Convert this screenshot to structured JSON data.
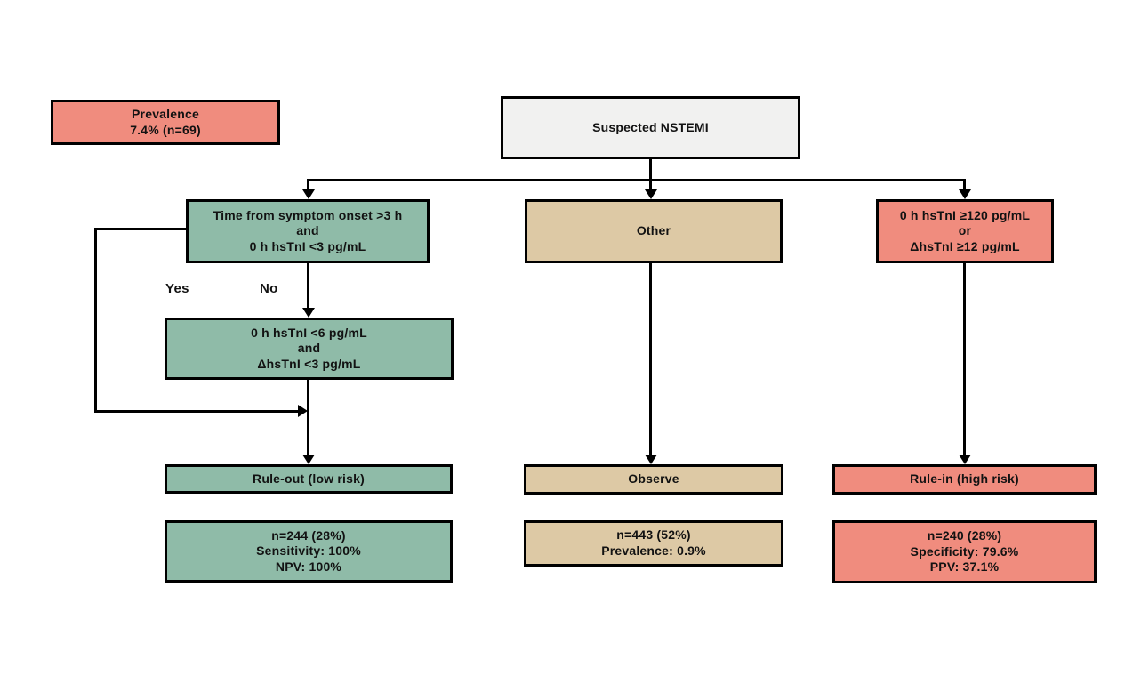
{
  "flowchart": {
    "prevalence": {
      "line1": "Prevalence",
      "line2": "7.4% (n=69)"
    },
    "root": {
      "label": "Suspected NSTEMI"
    },
    "branches": {
      "left": {
        "condition1": {
          "line1": "Time from symptom onset >3 h",
          "line2": "and",
          "line3": "0 h hsTnI <3 pg/mL"
        },
        "yes_label": "Yes",
        "no_label": "No",
        "condition2": {
          "line1": "0 h hsTnI <6 pg/mL",
          "line2": "and",
          "line3": "ΔhsTnI <3 pg/mL"
        },
        "outcome": "Rule-out (low risk)",
        "stats": {
          "line1": "n=244 (28%)",
          "line2": "Sensitivity: 100%",
          "line3": "NPV: 100%"
        }
      },
      "middle": {
        "condition": "Other",
        "outcome": "Observe",
        "stats": {
          "line1": "n=443 (52%)",
          "line2": "Prevalence: 0.9%"
        }
      },
      "right": {
        "condition": {
          "line1": "0 h hsTnI ≥120 pg/mL",
          "line2": "or",
          "line3": "ΔhsTnI ≥12 pg/mL"
        },
        "outcome": "Rule-in (high risk)",
        "stats": {
          "line1": "n=240 (28%)",
          "line2": "Specificity: 79.6%",
          "line3": "PPV: 37.1%"
        }
      }
    },
    "colors": {
      "green": "#8fbba8",
      "tan": "#ddc9a5",
      "red": "#f08c7e",
      "gray": "#f1f1f0",
      "line": "#000000"
    }
  }
}
